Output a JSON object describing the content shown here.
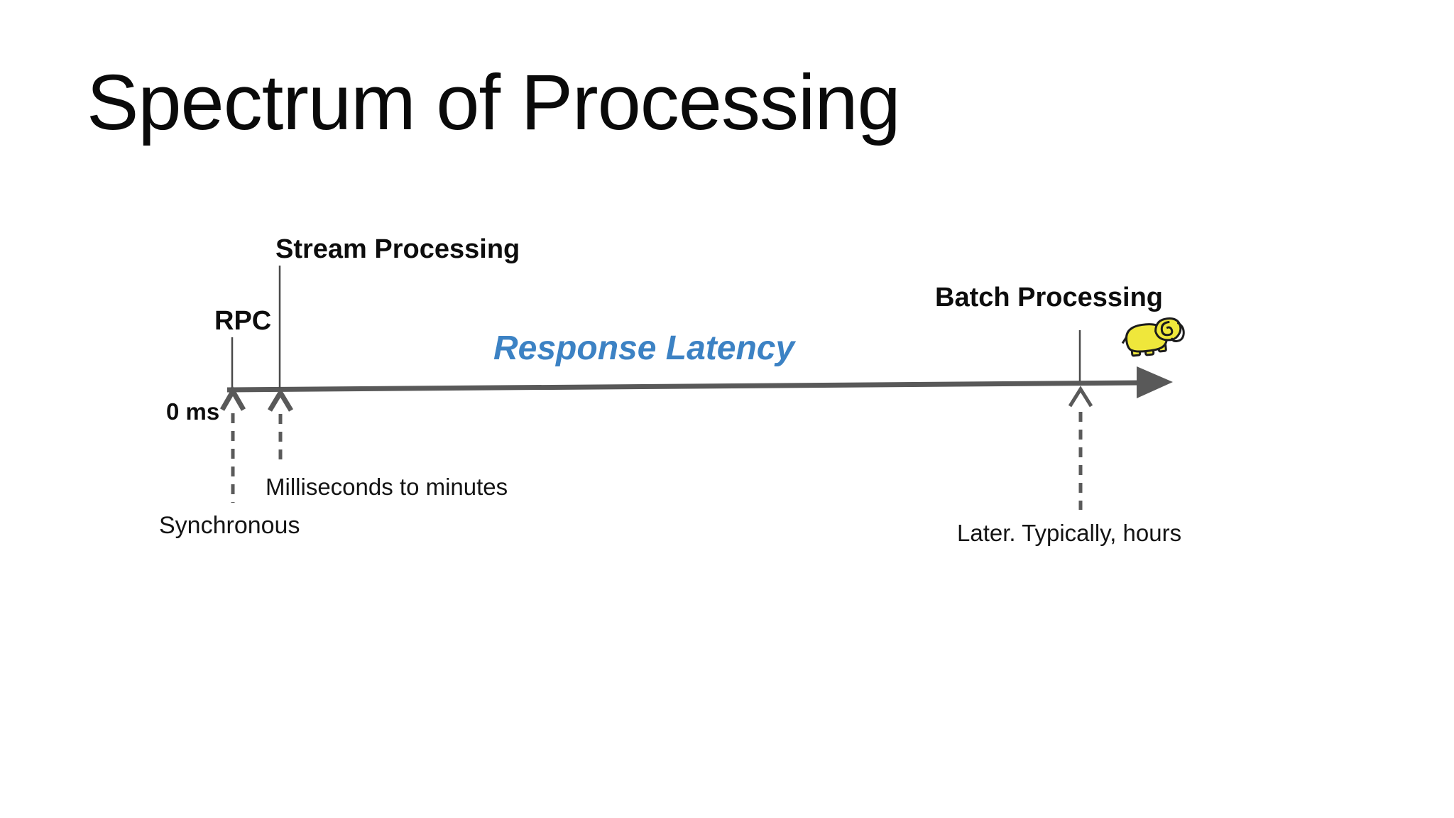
{
  "slide": {
    "title": "Spectrum of Processing",
    "axis": {
      "label": "Response Latency",
      "label_color": "#3c82c4",
      "line_color": "#595959",
      "origin_label": "0 ms"
    },
    "markers": [
      {
        "id": "rpc",
        "label": "RPC",
        "note": "Synchronous"
      },
      {
        "id": "stream",
        "label": "Stream Processing",
        "note": "Milliseconds to minutes"
      },
      {
        "id": "batch",
        "label": "Batch Processing",
        "note": "Later. Typically, hours",
        "icon": "hadoop-elephant-icon"
      }
    ],
    "icon_colors": {
      "elephant_body": "#efe73b",
      "elephant_outline": "#1c1c1c"
    }
  }
}
